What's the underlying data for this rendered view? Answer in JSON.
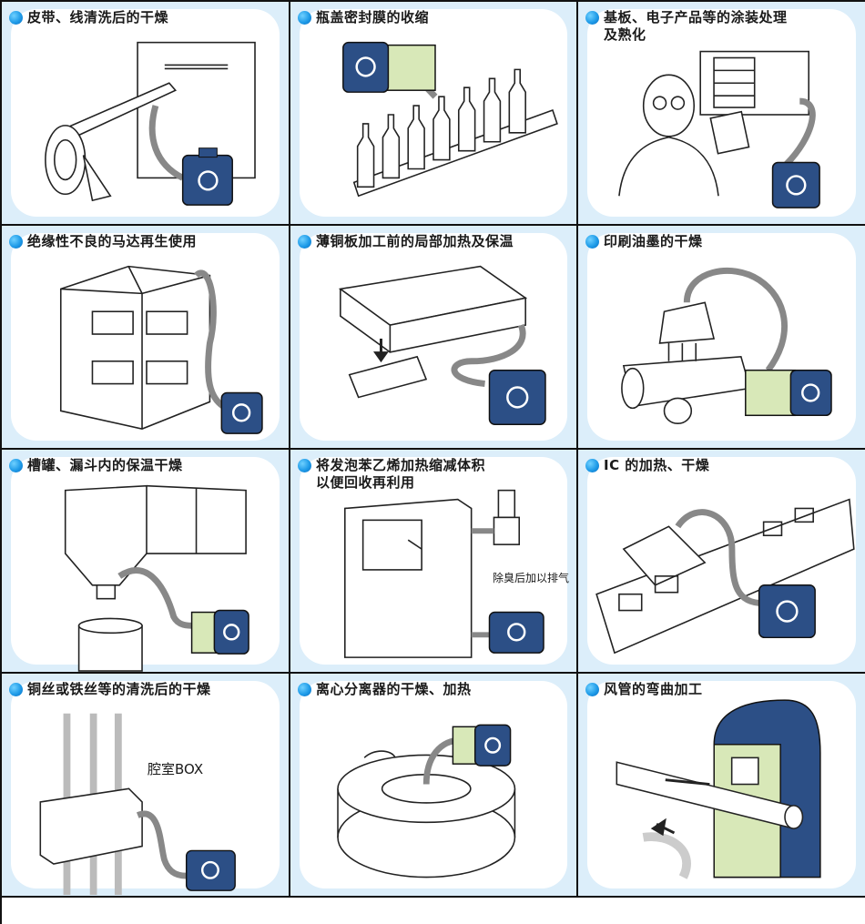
{
  "panels": [
    {
      "caption": "皮带、线清洗后的干燥"
    },
    {
      "caption": "瓶盖密封膜的收缩"
    },
    {
      "caption": "基板、电子产品等的涂装处理\n及熟化"
    },
    {
      "caption": "绝缘性不良的马达再生使用"
    },
    {
      "caption": "薄铜板加工前的局部加热及保温"
    },
    {
      "caption": "印刷油墨的干燥"
    },
    {
      "caption": "槽罐、漏斗内的保温干燥"
    },
    {
      "caption": "将发泡苯乙烯加热缩减体积\n以便回收再利用"
    },
    {
      "caption": "IC 的加热、干燥"
    },
    {
      "caption": "铜丝或铁丝等的清洗后的干燥"
    },
    {
      "caption": "离心分离器的干燥、加热"
    },
    {
      "caption": "风管的弯曲加工"
    }
  ],
  "notes": {
    "deodorize": "除臭后加以排气",
    "chamber": "腔室BOX"
  },
  "colors": {
    "panel_bg": "#dceefa",
    "unit_blue": "#2c4f86",
    "unit_green": "#d8e8b8",
    "bullet": "#1e9be8"
  },
  "icons": {
    "bullet": "blue-dot-icon",
    "dryer_logo": "swirl-logo-icon"
  }
}
